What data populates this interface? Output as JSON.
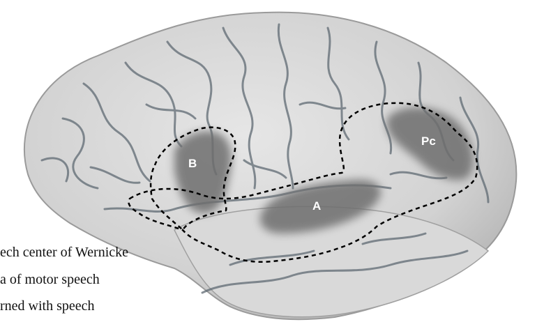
{
  "regions": [
    {
      "id": "B",
      "label": "B"
    },
    {
      "id": "A",
      "label": "A"
    },
    {
      "id": "Pc",
      "label": "Pc"
    }
  ],
  "captions": [
    "ech center of Wernicke",
    "a of motor speech",
    "rned with speech"
  ],
  "colors": {
    "brain_fill": "#d7d7d7",
    "sulci": "#5f6a73",
    "highlight": "#6e6e6e",
    "dashed_outline": "#000000"
  }
}
